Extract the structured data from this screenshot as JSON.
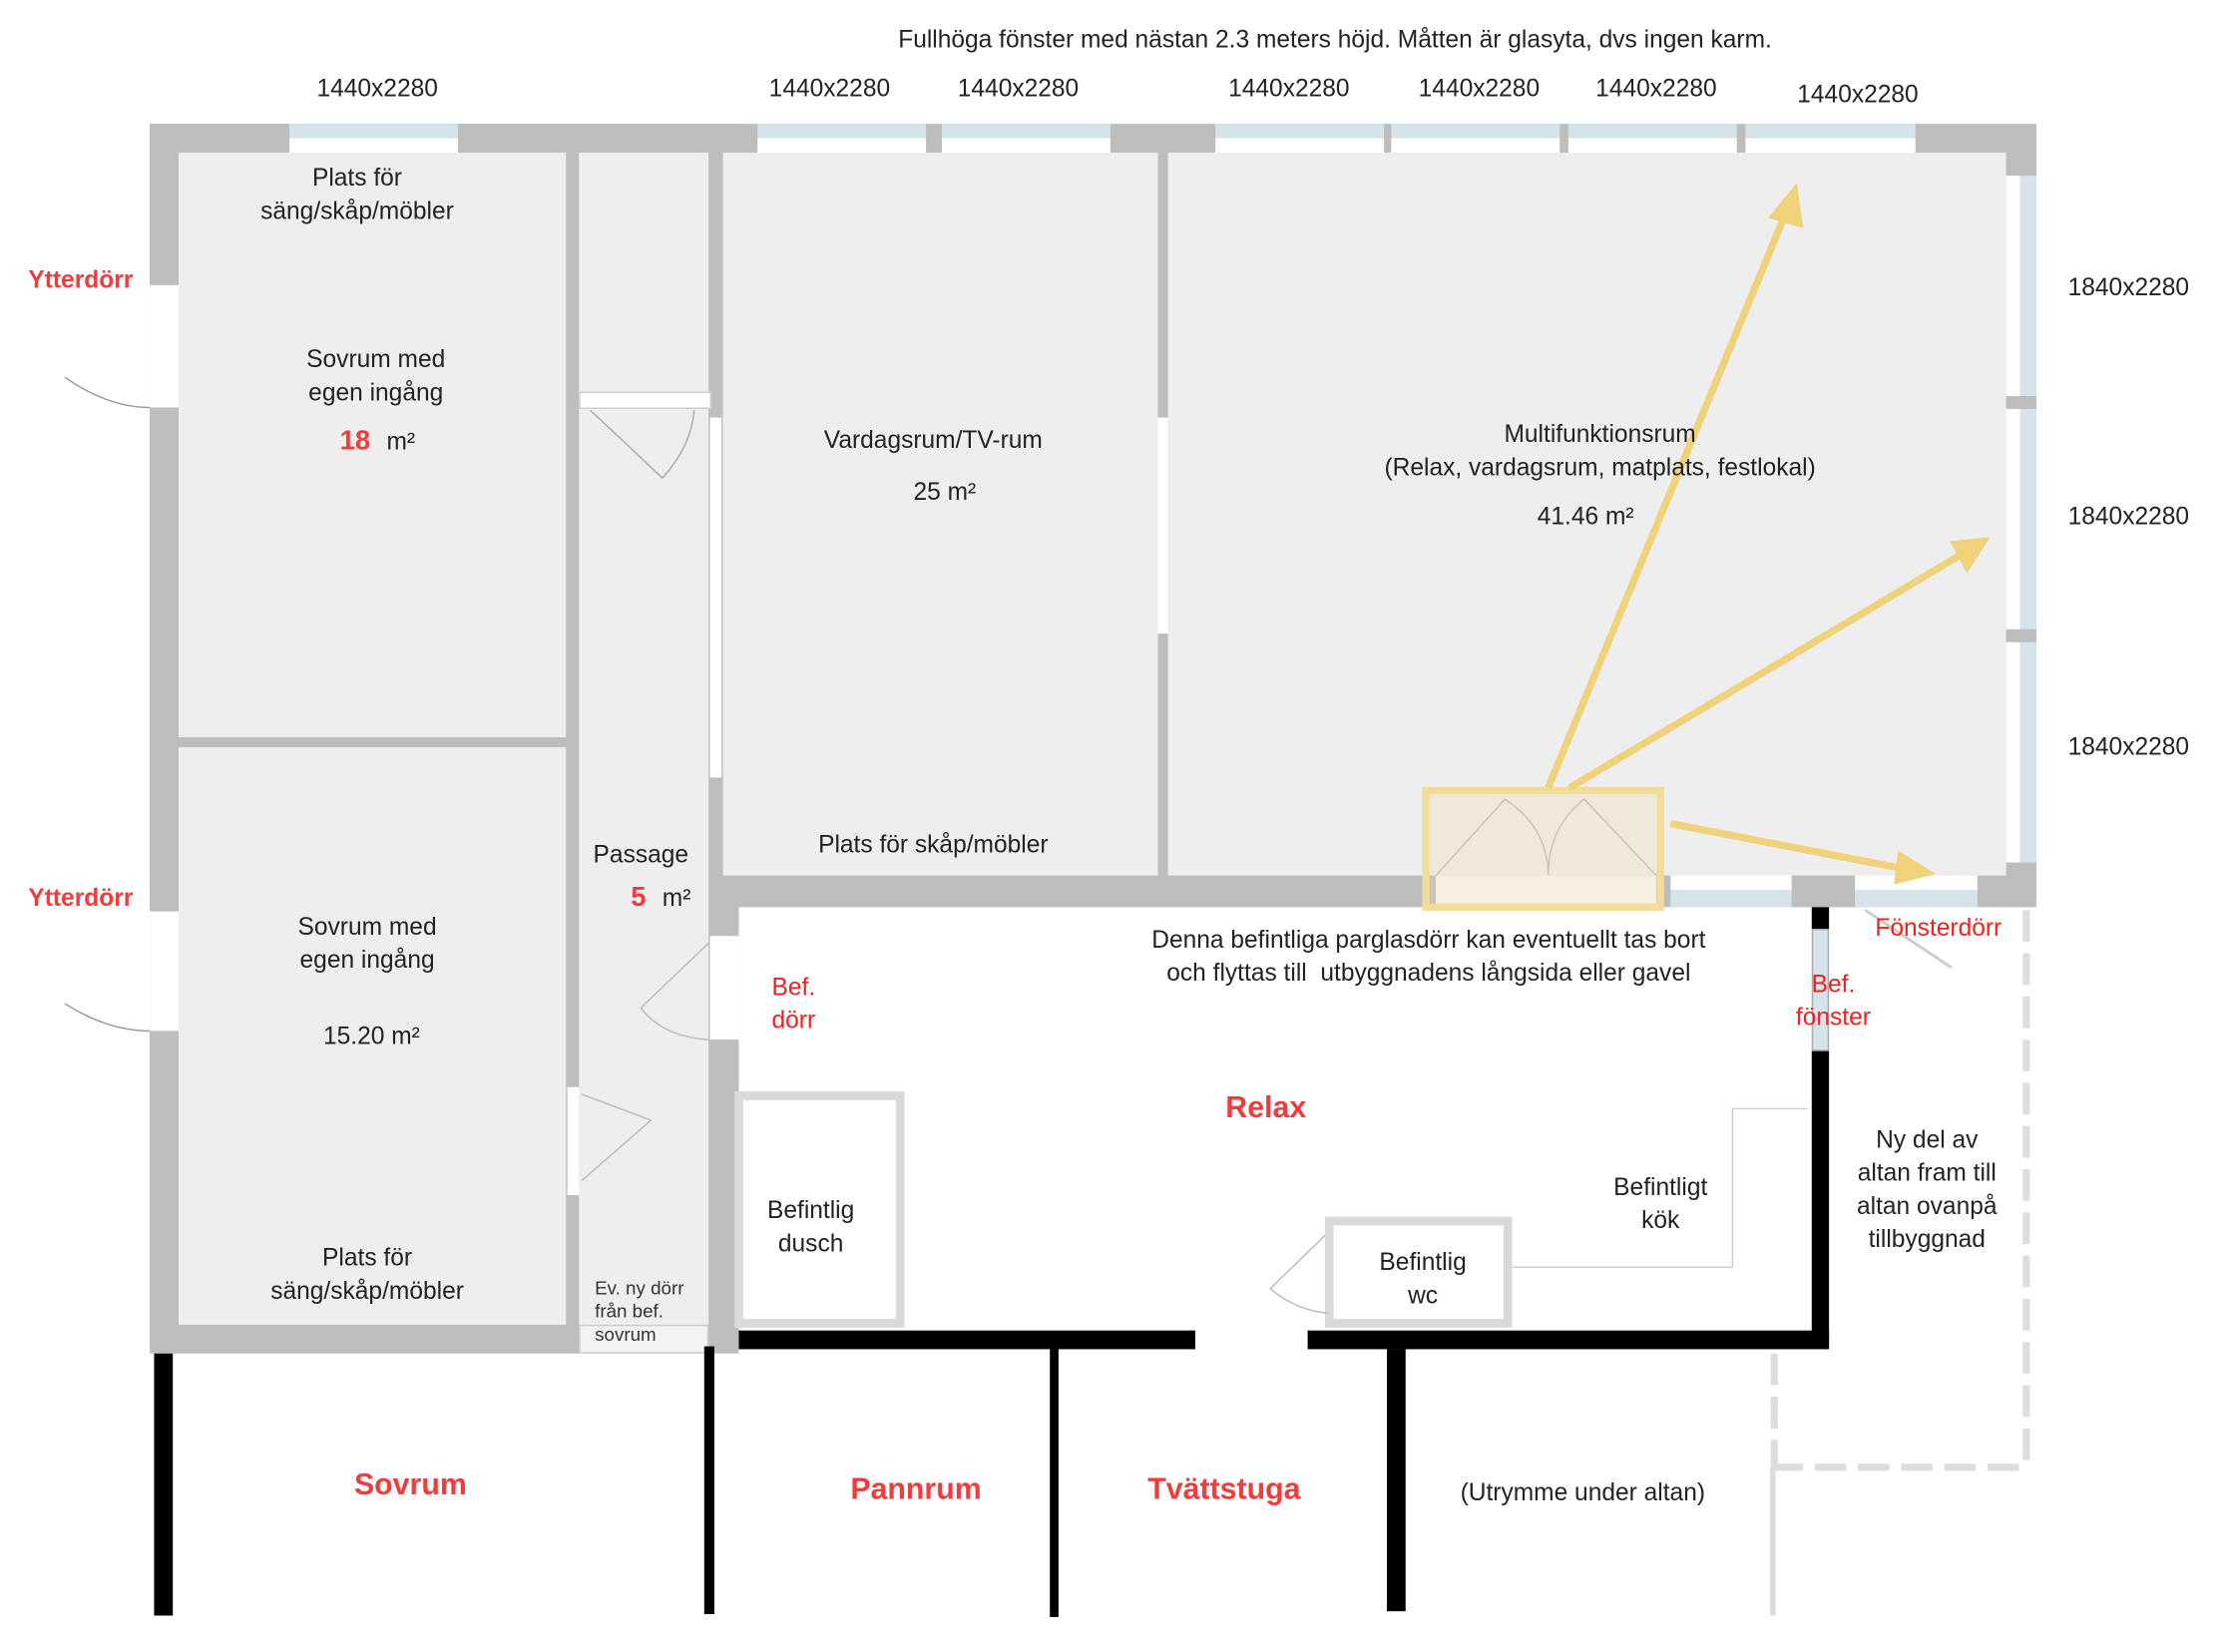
{
  "header": {
    "note": "Fullhöga fönster med nästan 2.3 meters höjd. Måtten är glasyta, dvs ingen karm."
  },
  "window_sizes": {
    "top": [
      "1440x2280",
      "1440x2280",
      "1440x2280",
      "1440x2280",
      "1440x2280",
      "1440x2280",
      "1440x2280"
    ],
    "right": [
      "1840x2280",
      "1840x2280",
      "1840x2280"
    ]
  },
  "rooms": {
    "bedroom1": {
      "furniture": "Plats för\nsäng/skåp/möbler",
      "name": "Sovrum med\negen ingång",
      "area_value": "18",
      "area_unit": "m²",
      "door": "Ytterdörr"
    },
    "bedroom2": {
      "name": "Sovrum med\negen ingång",
      "area": "15.20 m²",
      "furniture": "Plats för\nsäng/skåp/möbler",
      "door": "Ytterdörr"
    },
    "passage": {
      "name": "Passage",
      "area_value": "5",
      "area_unit": "m²",
      "new_door": "Ev. ny dörr\nfrån bef.\nsovrum"
    },
    "living": {
      "name": "Vardagsrum/TV-rum",
      "area": "25 m²",
      "furniture": "Plats för skåp/möbler"
    },
    "multi": {
      "name": "Multifunktionsrum\n(Relax, vardagsrum, matplats, festlokal)",
      "area": "41.46 m²"
    }
  },
  "annotations": {
    "glass_door": "Denna befintliga parglasdörr kan eventuellt tas bort\noch flyttas till  utbyggnadens långsida eller gavel",
    "bef_door": "Bef.\ndörr",
    "bef_window": "Bef.\nfönster",
    "window_door": "Fönsterdörr",
    "relax": "Relax",
    "shower": "Befintlig\ndusch",
    "wc": "Befintlig\nwc",
    "kitchen": "Befintligt\nkök",
    "new_deck": "Ny del av\naltan fram till\naltan ovanpå\ntillbyggnad"
  },
  "lower": {
    "sovrum": "Sovrum",
    "pannrum": "Pannrum",
    "tvattstuga": "Tvättstuga",
    "utrymme": "(Utrymme under altan)"
  },
  "colors": {
    "wall": "#bdbdbd",
    "floor": "#eeeeee",
    "accent_red": "#f03c3c",
    "arrow": "#f0d27a"
  }
}
